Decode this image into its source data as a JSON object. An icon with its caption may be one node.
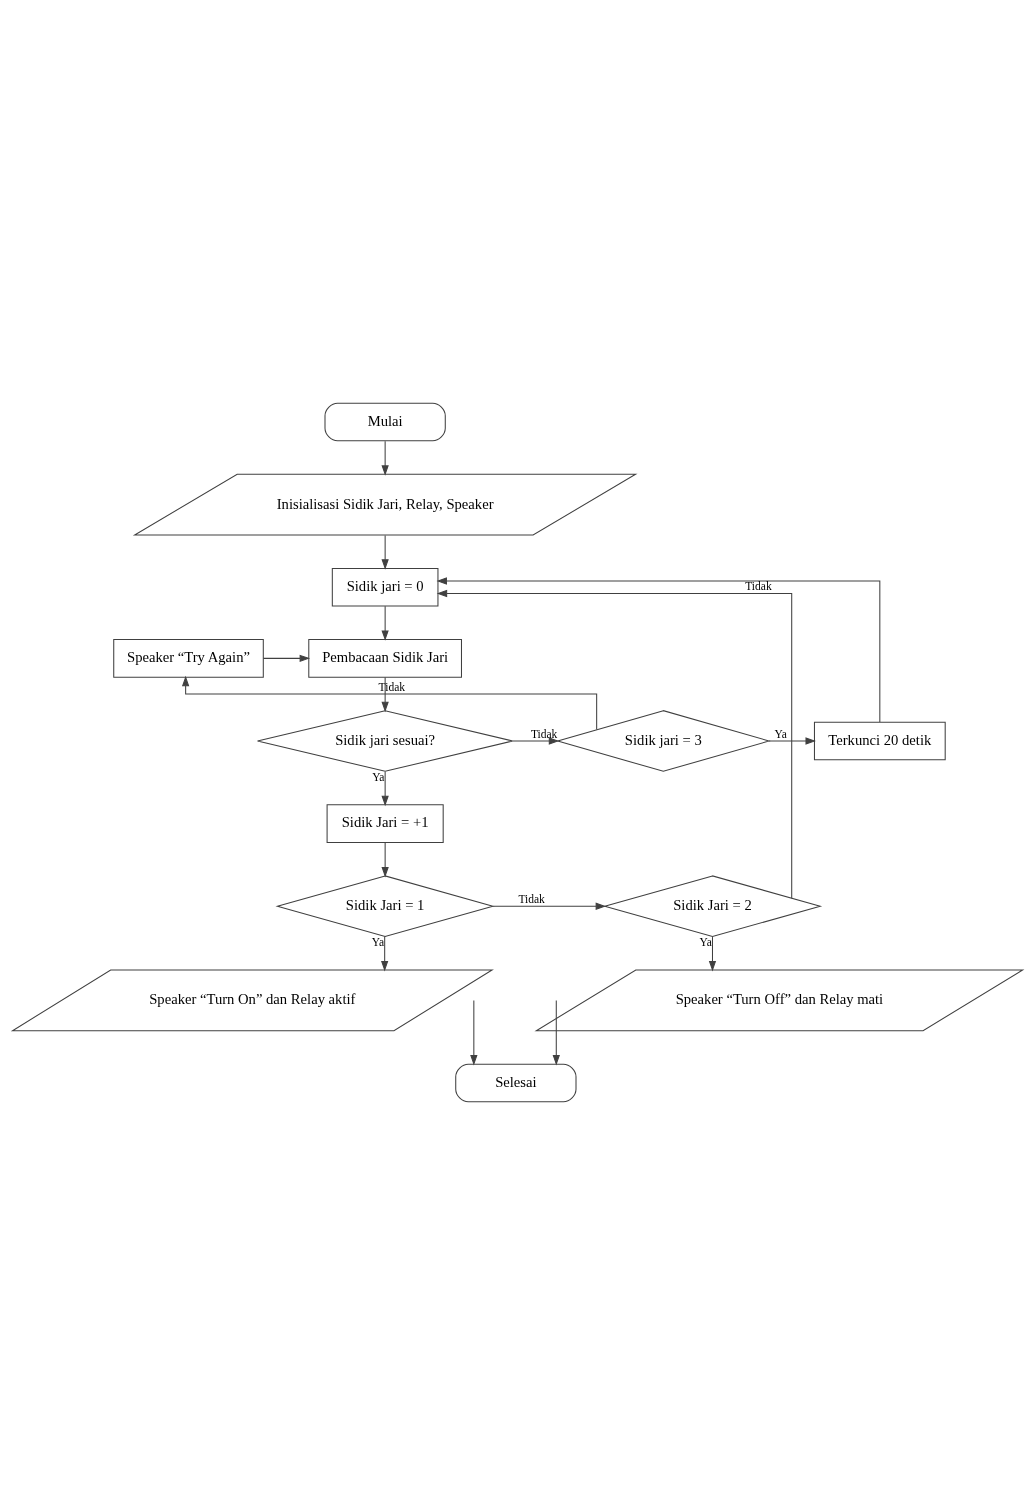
{
  "diagram": {
    "nodes": [
      {
        "text": [
          "Mulai"
        ]
      },
      {
        "text": [
          "Inisialisasi Sidik Jari, Relay, Speaker"
        ]
      },
      {
        "text": [
          "Sidik jari = 0"
        ]
      },
      {
        "text": [
          "Pembacaan Sidik Jari"
        ]
      },
      {
        "text": [
          "Speaker “Try Again”"
        ]
      },
      {
        "text": [
          "Sidik jari sesuai?"
        ]
      },
      {
        "text": [
          "Sidik jari = 3"
        ]
      },
      {
        "text": [
          "Terkunci 20 detik"
        ]
      },
      {
        "text": [
          "Sidik Jari = +1"
        ]
      },
      {
        "text": [
          "Sidik Jari = 1"
        ]
      },
      {
        "text": [
          "Sidik Jari = 2"
        ]
      },
      {
        "text": [
          "Speaker “Turn On” dan Relay aktif"
        ]
      },
      {
        "text": [
          "Speaker “Turn Off” dan Relay mati"
        ]
      },
      {
        "text": [
          "Selesai"
        ]
      }
    ],
    "edges": [
      {
        "from": 0,
        "to": 1,
        "arrow": "to"
      },
      {
        "from": 1,
        "to": 2,
        "arrow": "to"
      },
      {
        "from": 2,
        "to": 3,
        "arrow": "to"
      },
      {
        "from": 4,
        "to": 3,
        "arrow": "to"
      },
      {
        "from": 3,
        "to": 5,
        "arrow": "to"
      },
      {
        "from": 5,
        "to": 6,
        "arrow": "to",
        "label": "Tidak"
      },
      {
        "from": 6,
        "to": 4,
        "arrow": "to",
        "label": "Tidak"
      },
      {
        "from": 6,
        "to": 7,
        "arrow": "to",
        "label": "Ya"
      },
      {
        "from": 7,
        "to": 2,
        "arrow": "to"
      },
      {
        "from": 5,
        "to": 8,
        "arrow": "to",
        "label": "Ya"
      },
      {
        "from": 8,
        "to": 9,
        "arrow": "to"
      },
      {
        "from": 9,
        "to": 10,
        "arrow": "to",
        "label": "Tidak"
      },
      {
        "from": 10,
        "to": 2,
        "arrow": "to",
        "label": "Tidak"
      },
      {
        "from": 9,
        "to": 11,
        "arrow": "to",
        "label": "Ya"
      },
      {
        "from": 10,
        "to": 12,
        "arrow": "to",
        "label": "Ya"
      },
      {
        "from": 11,
        "to": 13,
        "arrow": "to"
      },
      {
        "from": 12,
        "to": 13,
        "arrow": "to"
      }
    ]
  }
}
